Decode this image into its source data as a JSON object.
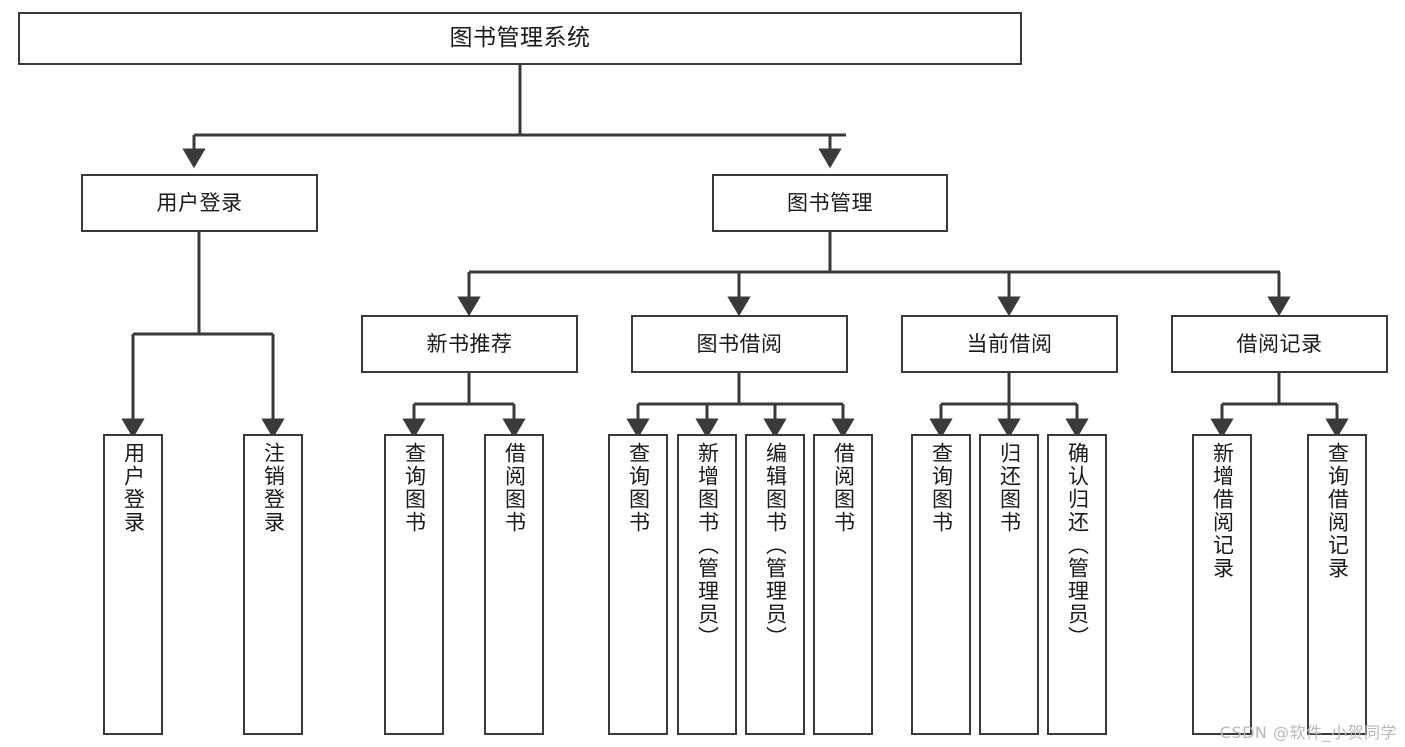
{
  "diagram": {
    "title": "图书管理系统",
    "type": "tree-hierarchy-diagram",
    "watermark": "CSDN @软件_小贺同学",
    "colors": {
      "box_border": "#3a3a3a",
      "box_fill": "#ffffff",
      "connector": "#3a3a3a",
      "text": "#1a1a1a",
      "watermark": "#b9b9b9",
      "background": "#ffffff"
    },
    "levels": {
      "level1": [
        {
          "id": "root",
          "label": "图书管理系统",
          "orientation": "horizontal"
        }
      ],
      "level2": [
        {
          "id": "user-login",
          "label": "用户登录",
          "orientation": "horizontal"
        },
        {
          "id": "book-management",
          "label": "图书管理",
          "orientation": "horizontal"
        }
      ],
      "level3": [
        {
          "id": "new-book-recommend",
          "label": "新书推荐",
          "orientation": "horizontal",
          "parent": "book-management"
        },
        {
          "id": "book-borrow",
          "label": "图书借阅",
          "orientation": "horizontal",
          "parent": "book-management"
        },
        {
          "id": "current-borrow",
          "label": "当前借阅",
          "orientation": "horizontal",
          "parent": "book-management"
        },
        {
          "id": "borrow-record",
          "label": "借阅记录",
          "orientation": "horizontal",
          "parent": "book-management"
        }
      ],
      "level4": [
        {
          "id": "leaf-user-login",
          "label": "用户登录",
          "orientation": "vertical",
          "parent": "user-login"
        },
        {
          "id": "leaf-logout",
          "label": "注销登录",
          "orientation": "vertical",
          "parent": "user-login"
        },
        {
          "id": "leaf-query-book-1",
          "label": "查询图书",
          "orientation": "vertical",
          "parent": "new-book-recommend"
        },
        {
          "id": "leaf-borrow-book-1",
          "label": "借阅图书",
          "orientation": "vertical",
          "parent": "new-book-recommend"
        },
        {
          "id": "leaf-query-book-2",
          "label": "查询图书",
          "orientation": "vertical",
          "parent": "book-borrow"
        },
        {
          "id": "leaf-add-book",
          "label": "新增图书（管理员）",
          "orientation": "vertical",
          "parent": "book-borrow"
        },
        {
          "id": "leaf-edit-book",
          "label": "编辑图书（管理员）",
          "orientation": "vertical",
          "parent": "book-borrow"
        },
        {
          "id": "leaf-borrow-book-2",
          "label": "借阅图书",
          "orientation": "vertical",
          "parent": "book-borrow"
        },
        {
          "id": "leaf-query-book-3",
          "label": "查询图书",
          "orientation": "vertical",
          "parent": "current-borrow"
        },
        {
          "id": "leaf-return-book",
          "label": "归还图书",
          "orientation": "vertical",
          "parent": "current-borrow"
        },
        {
          "id": "leaf-confirm-return",
          "label": "确认归还（管理员）",
          "orientation": "vertical",
          "parent": "current-borrow"
        },
        {
          "id": "leaf-add-record",
          "label": "新增借阅记录",
          "orientation": "vertical",
          "parent": "borrow-record"
        },
        {
          "id": "leaf-query-record",
          "label": "查询借阅记录",
          "orientation": "vertical",
          "parent": "borrow-record"
        }
      ]
    }
  }
}
